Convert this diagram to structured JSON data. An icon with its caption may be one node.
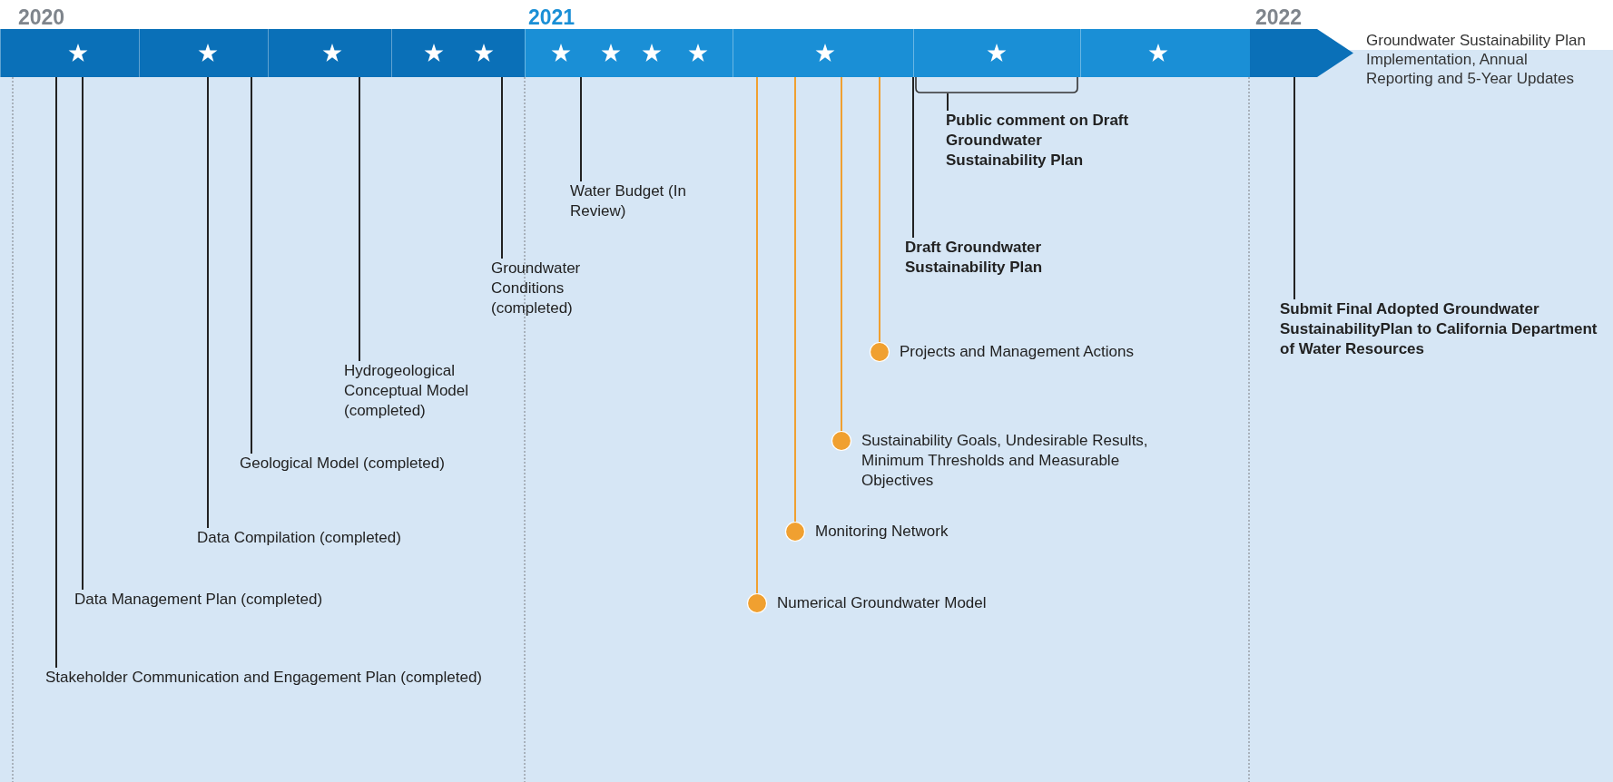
{
  "diagram": {
    "nodes": [
      {
        "text": [],
        "shape": "bar"
      },
      {
        "text": [],
        "shape": "bar"
      },
      {
        "text": [],
        "shape": "bar"
      },
      {
        "text": [],
        "shape": "bar"
      },
      {
        "text": [],
        "shape": "bar"
      },
      {
        "text": [],
        "shape": "bar"
      },
      {
        "text": [],
        "shape": "bar"
      },
      {
        "text": [],
        "shape": "bar"
      },
      {
        "text": [],
        "shape": "bar"
      },
      {
        "text": [],
        "shape": "bracket"
      },
      {
        "text": [
          "Stakeholder Communication and Engagement Plan (completed)"
        ]
      },
      {
        "text": [
          "Data Management Plan (completed)"
        ]
      },
      {
        "text": [
          "Data Compilation (completed)"
        ]
      },
      {
        "text": [
          "Geological Model (completed)"
        ]
      },
      {
        "text": [
          "Hydrogeological Conceptual Model (completed)"
        ]
      },
      {
        "text": [
          "Groundwater Conditions (completed)"
        ]
      },
      {
        "text": [
          "Water Budget (In Review)"
        ]
      },
      {
        "text": [
          "Numerical Groundwater Model"
        ]
      },
      {
        "text": [
          "Monitoring Network"
        ]
      },
      {
        "text": [
          "Sustainability Goals, Undesirable Results, Minimum Thresholds and Measurable Objectives"
        ]
      },
      {
        "text": [
          "Projects and Management Actions"
        ]
      },
      {
        "text": [
          "Draft Groundwater Sustainability Plan"
        ]
      },
      {
        "text": [
          "Public comment on Draft Groundwater Sustainability Plan"
        ]
      },
      {
        "text": [
          "Submit Final Adopted Groundwater SustainabilityPlan to California Department of Water Resources"
        ]
      }
    ],
    "edges": [
      {
        "from": 10,
        "to": 0,
        "arrow": "none"
      },
      {
        "from": 11,
        "to": 0,
        "arrow": "none"
      },
      {
        "from": 12,
        "to": 1,
        "arrow": "none"
      },
      {
        "from": 13,
        "to": 1,
        "arrow": "none"
      },
      {
        "from": 14,
        "to": 2,
        "arrow": "none"
      },
      {
        "from": 15,
        "to": 3,
        "arrow": "none"
      },
      {
        "from": 16,
        "to": 4,
        "arrow": "none"
      },
      {
        "from": 17,
        "to": 5,
        "arrow": "other",
        "color": "#f0a030"
      },
      {
        "from": 18,
        "to": 5,
        "arrow": "other",
        "color": "#f0a030"
      },
      {
        "from": 19,
        "to": 5,
        "arrow": "other",
        "color": "#f0a030"
      },
      {
        "from": 20,
        "to": 5,
        "arrow": "other",
        "color": "#f0a030"
      },
      {
        "from": 21,
        "to": 6,
        "arrow": "none"
      },
      {
        "from": 22,
        "to": 9,
        "arrow": "none"
      },
      {
        "from": 23,
        "to": 8,
        "arrow": "none"
      }
    ],
    "labels": [
      "2020",
      "2021",
      "2022",
      "Groundwater Sustainability Plan Implementation, Annual Reporting and 5-Year Updates"
    ]
  }
}
